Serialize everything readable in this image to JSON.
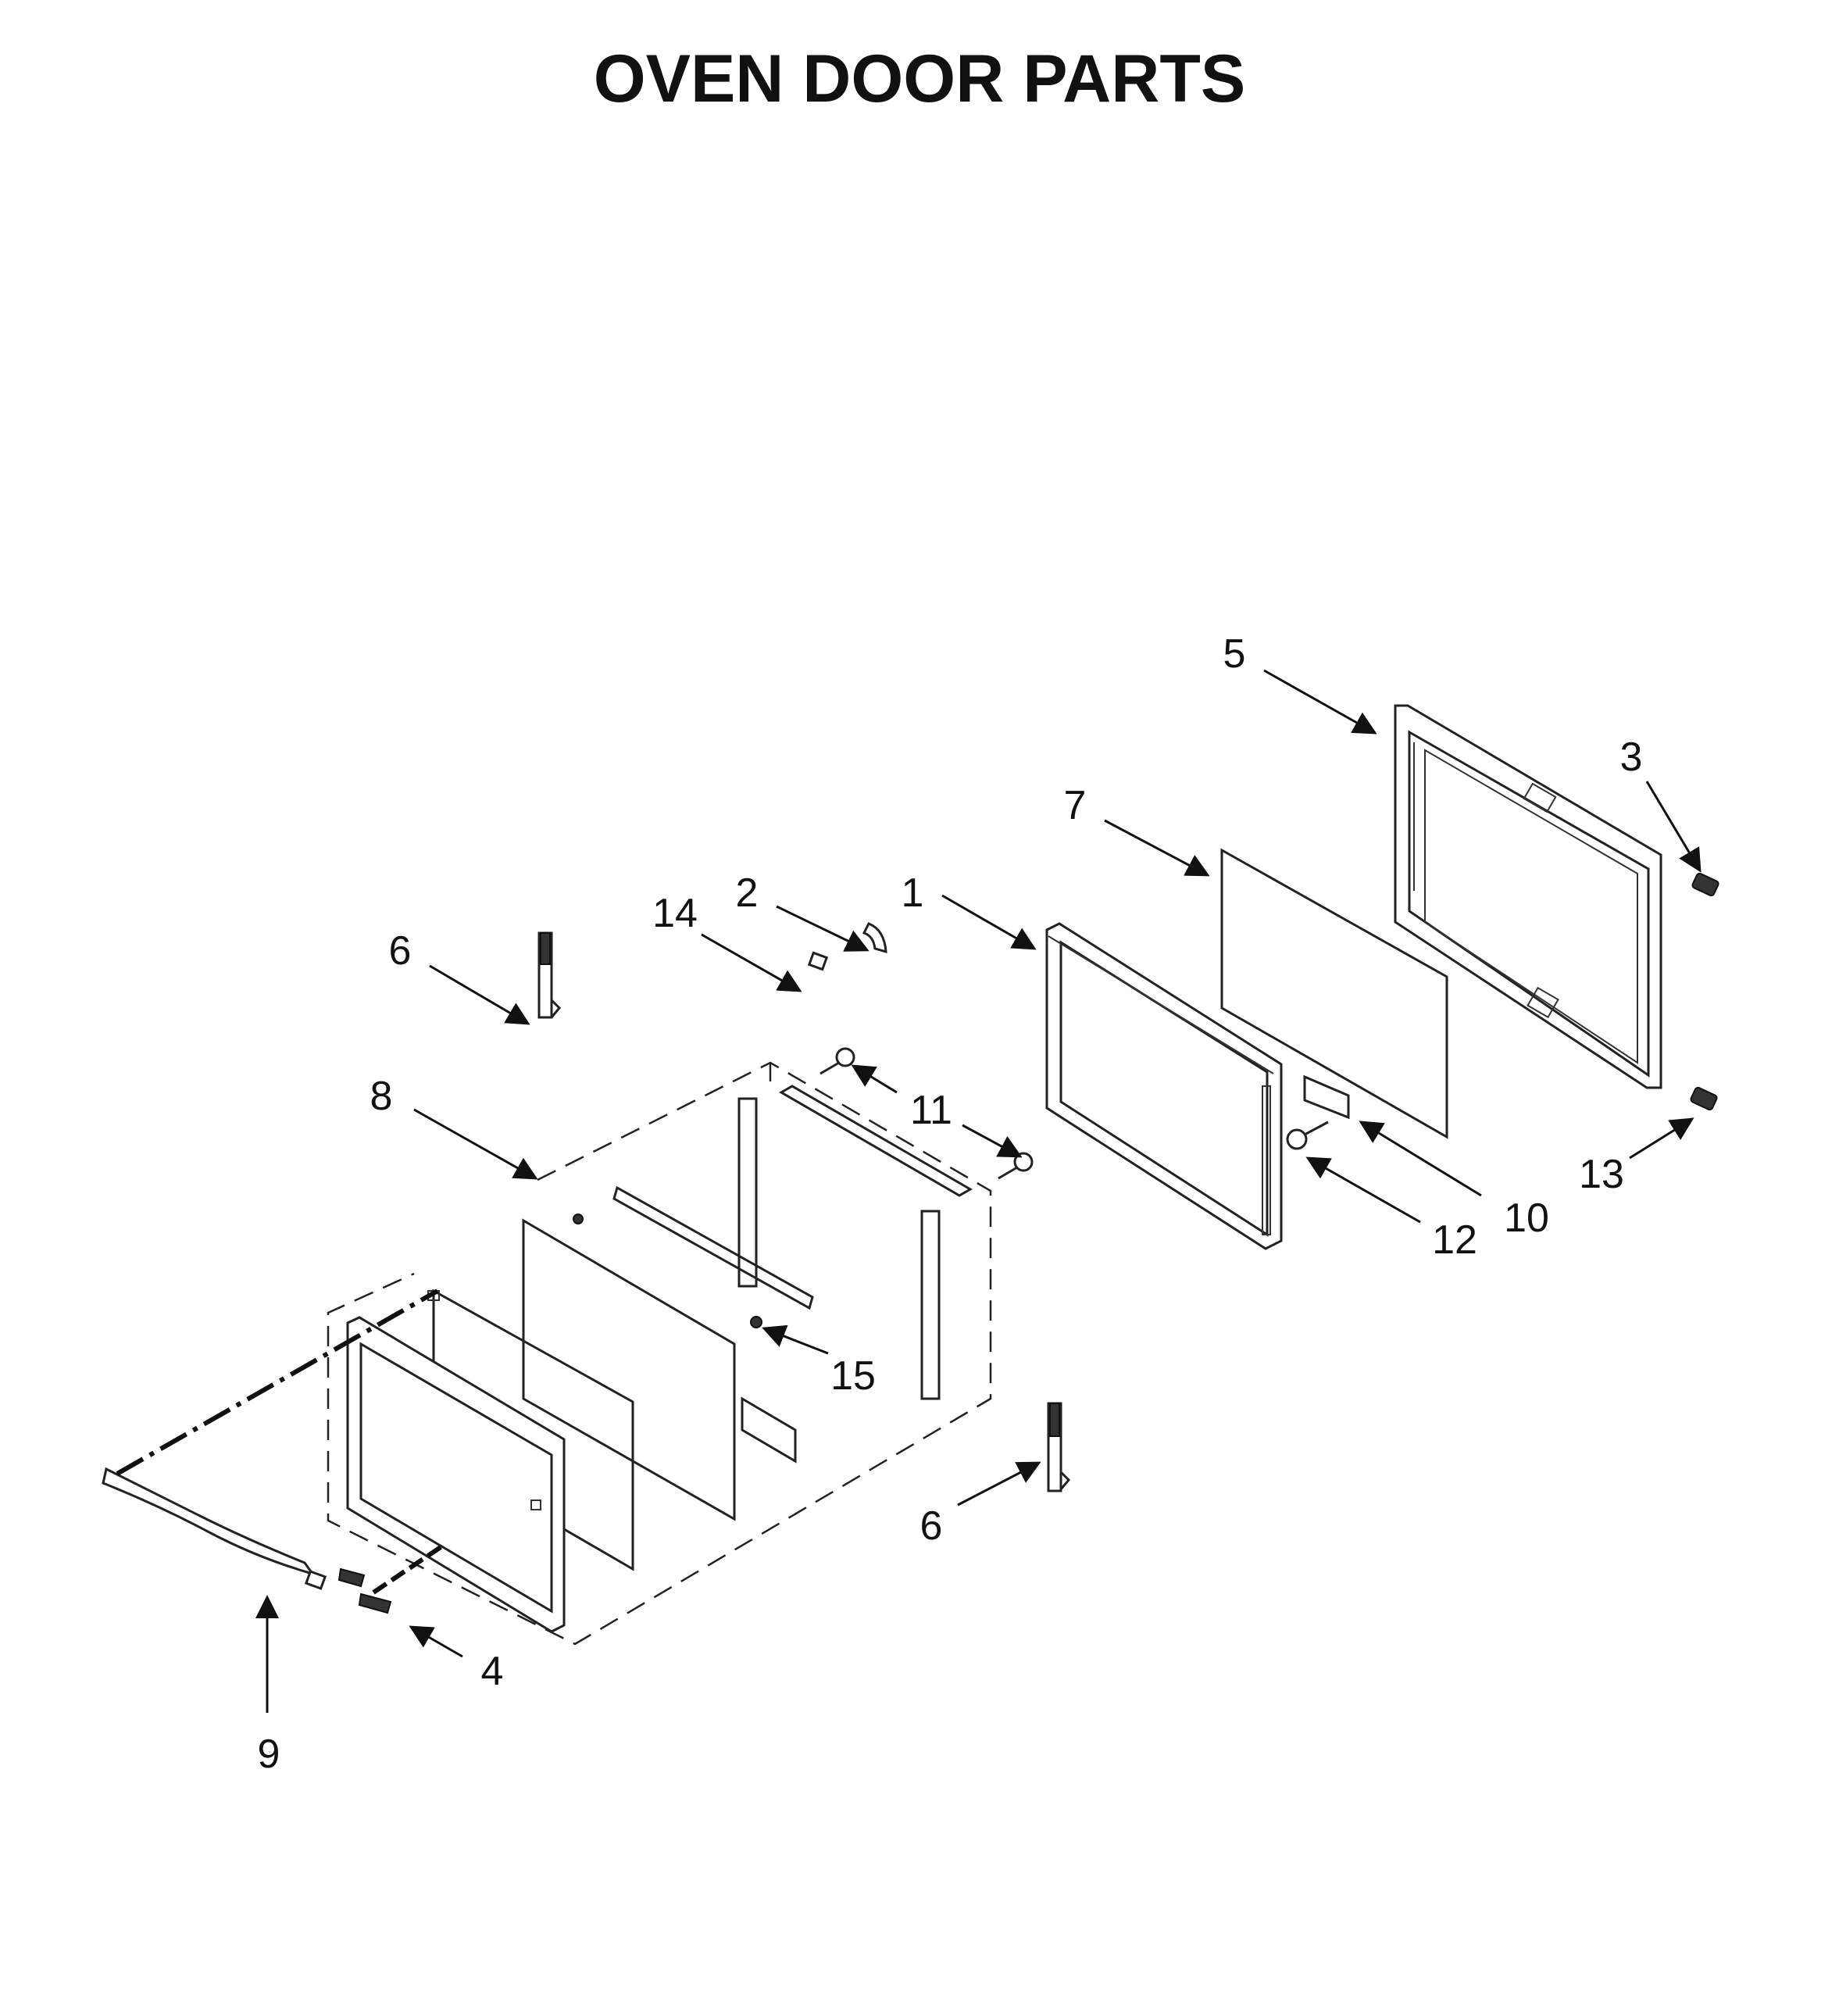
{
  "title": "OVEN DOOR PARTS",
  "callouts": [
    "1",
    "2",
    "3",
    "4",
    "5",
    "6",
    "6",
    "7",
    "8",
    "9",
    "10",
    "11",
    "12",
    "13",
    "14",
    "15"
  ]
}
